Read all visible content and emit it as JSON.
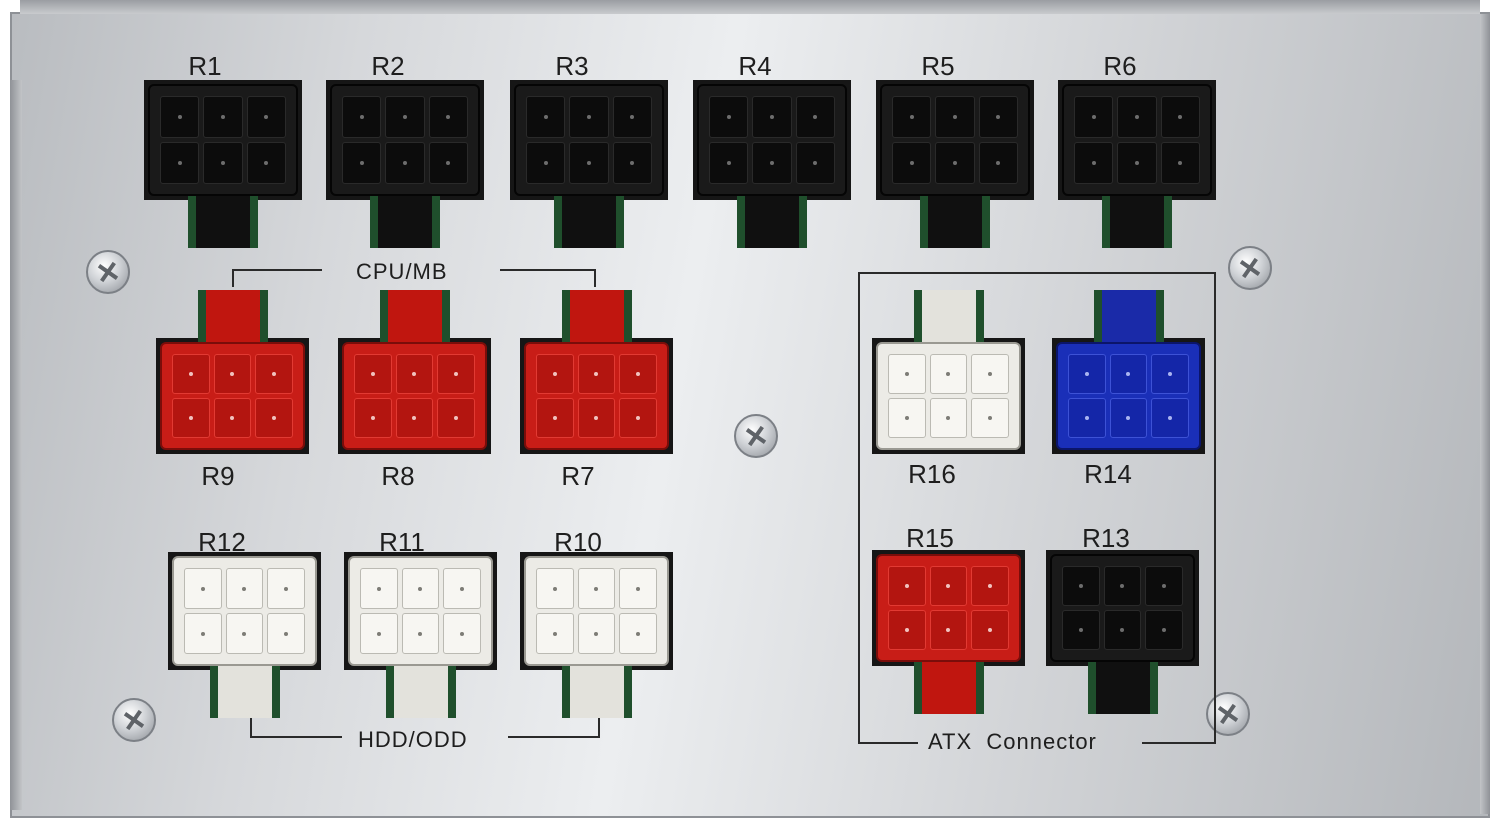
{
  "top_row": [
    {
      "label": "R1",
      "color": "black"
    },
    {
      "label": "R2",
      "color": "black"
    },
    {
      "label": "R3",
      "color": "black"
    },
    {
      "label": "R4",
      "color": "black"
    },
    {
      "label": "R5",
      "color": "black"
    },
    {
      "label": "R6",
      "color": "black"
    }
  ],
  "cpu_mb": {
    "group_label": "CPU/MB",
    "connectors": [
      {
        "label": "R9",
        "color": "red"
      },
      {
        "label": "R8",
        "color": "red"
      },
      {
        "label": "R7",
        "color": "red"
      }
    ]
  },
  "hdd_odd": {
    "group_label": "HDD/ODD",
    "connectors": [
      {
        "label": "R12",
        "color": "white"
      },
      {
        "label": "R11",
        "color": "white"
      },
      {
        "label": "R10",
        "color": "white"
      }
    ]
  },
  "atx": {
    "group_label": "ATX  Connector",
    "connectors": [
      {
        "label": "R16",
        "color": "white"
      },
      {
        "label": "R14",
        "color": "blue"
      },
      {
        "label": "R15",
        "color": "red"
      },
      {
        "label": "R13",
        "color": "black"
      }
    ]
  },
  "colors": {
    "black": "#1a1a1a",
    "red": "#c81d17",
    "white": "#ecebe6",
    "blue": "#1a2fb8",
    "panel": "#d6d8db"
  }
}
